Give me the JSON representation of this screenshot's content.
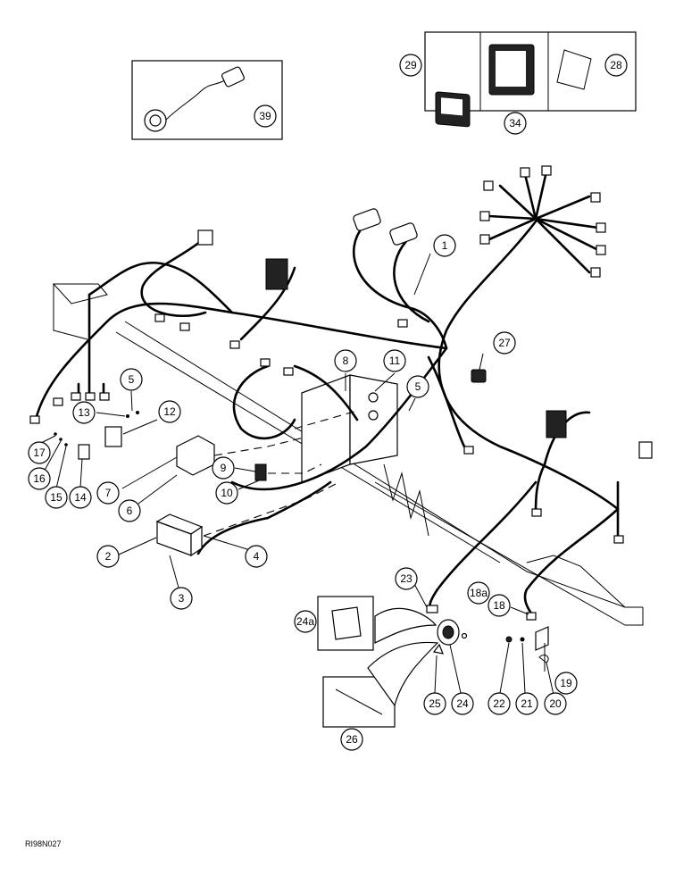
{
  "drawing_code": "RI98N027",
  "callouts": {
    "c1": "1",
    "c2": "2",
    "c3": "3",
    "c4": "4",
    "c5a": "5",
    "c5b": "5",
    "c6": "6",
    "c7": "7",
    "c8": "8",
    "c9": "9",
    "c10": "10",
    "c11": "11",
    "c12": "12",
    "c13": "13",
    "c14": "14",
    "c15": "15",
    "c16": "16",
    "c17": "17",
    "c18": "18",
    "c18a": "18a",
    "c19": "19",
    "c20": "20",
    "c21": "21",
    "c22": "22",
    "c23": "23",
    "c24": "24",
    "c24a": "24a",
    "c25": "25",
    "c26": "26",
    "c27": "27",
    "c28": "28",
    "c29": "29",
    "c34": "34",
    "c39": "39"
  }
}
